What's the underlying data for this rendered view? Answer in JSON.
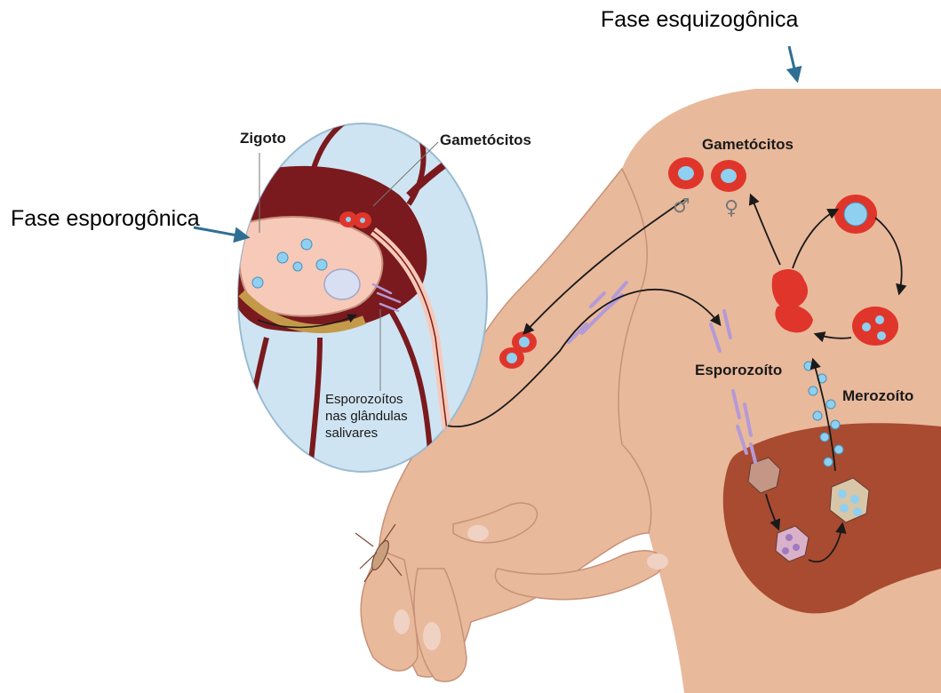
{
  "labels": {
    "fase_esquizogonica": "Fase esquizogônica",
    "fase_esporogonica": "Fase esporogônica",
    "zigoto": "Zigoto",
    "gametocitos_mosquito": "Gametócitos",
    "gametocitos_humano": "Gametócitos",
    "esporozoito": "Esporozoíto",
    "merozoito": "Merozoíto",
    "esporozoitos_glandulas": "Esporozoítos nas glândulas salivares",
    "male_symbol": "♂",
    "female_symbol": "♀"
  },
  "colors": {
    "skin": "#e9b99b",
    "skin_shadow": "#d39c80",
    "liver": "#a84b30",
    "liver_dark": "#8c3a24",
    "circle_bg": "#cfe4f2",
    "mosquito_body": "#7a1a1e",
    "gut": "#f6c9b8",
    "red_cell": "#e0352b",
    "parasite_blue": "#8fd0f0",
    "sporozoite": "#b49ad6",
    "arrow_blue": "#2e6f93",
    "arrow_dark": "#1a1a1a"
  }
}
